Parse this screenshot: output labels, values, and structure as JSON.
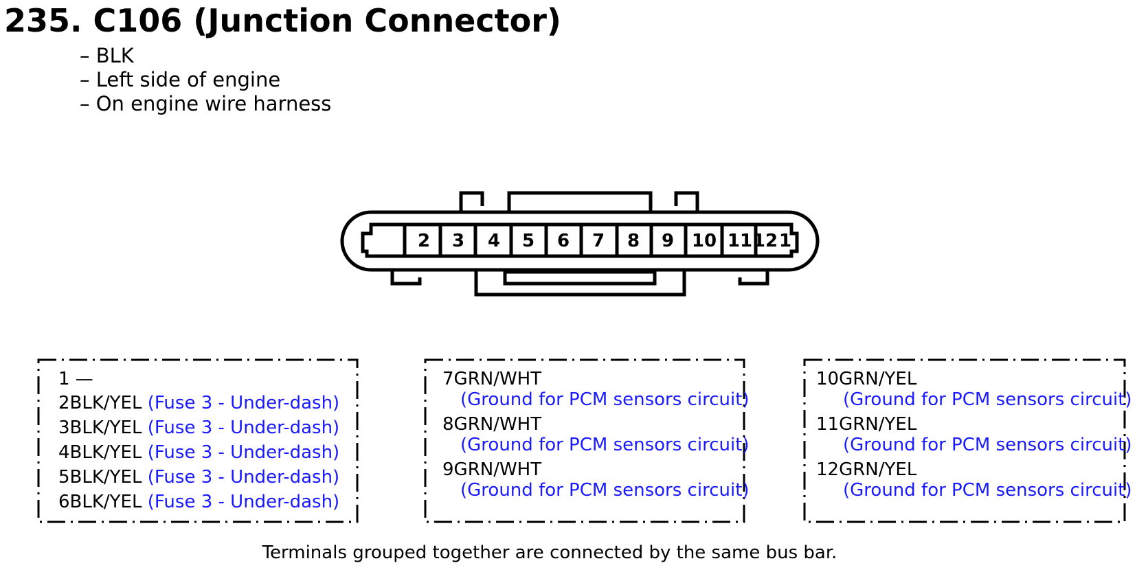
{
  "title": "235. C106 (Junction Connector)",
  "details": [
    "BLK",
    "Left side of engine",
    "On engine wire harness"
  ],
  "connector": {
    "pin_labels": [
      "2",
      "3",
      "4",
      "5",
      "6",
      "7",
      "8",
      "9",
      "10",
      "11",
      "12",
      "1"
    ]
  },
  "groups": [
    {
      "pins": [
        {
          "pin": "1",
          "wire": " —",
          "note": ""
        },
        {
          "pin": "2",
          "wire": "BLK/YEL",
          "note": "(Fuse 3 - Under-dash)"
        },
        {
          "pin": "3",
          "wire": "BLK/YEL",
          "note": "(Fuse 3 - Under-dash)"
        },
        {
          "pin": "4",
          "wire": "BLK/YEL",
          "note": "(Fuse 3 - Under-dash)"
        },
        {
          "pin": "5",
          "wire": "BLK/YEL",
          "note": "(Fuse 3 - Under-dash)"
        },
        {
          "pin": "6",
          "wire": "BLK/YEL",
          "note": "(Fuse 3 - Under-dash)"
        }
      ]
    },
    {
      "pins": [
        {
          "pin": "7",
          "wire": "GRN/WHT",
          "note": "(Ground for PCM sensors circuit)"
        },
        {
          "pin": "8",
          "wire": "GRN/WHT",
          "note": "(Ground for PCM sensors circuit)"
        },
        {
          "pin": "9",
          "wire": "GRN/WHT",
          "note": "(Ground for PCM sensors circuit)"
        }
      ]
    },
    {
      "pins": [
        {
          "pin": "10",
          "wire": "GRN/YEL",
          "note": "(Ground for PCM sensors circuit)"
        },
        {
          "pin": "11",
          "wire": "GRN/YEL",
          "note": "(Ground for PCM sensors circuit)"
        },
        {
          "pin": "12",
          "wire": "GRN/YEL",
          "note": "(Ground for PCM sensors circuit)"
        }
      ]
    }
  ],
  "footer": "Terminals grouped together are connected by the same bus bar.",
  "colors": {
    "note": "#1a1aff",
    "line": "#000000"
  }
}
